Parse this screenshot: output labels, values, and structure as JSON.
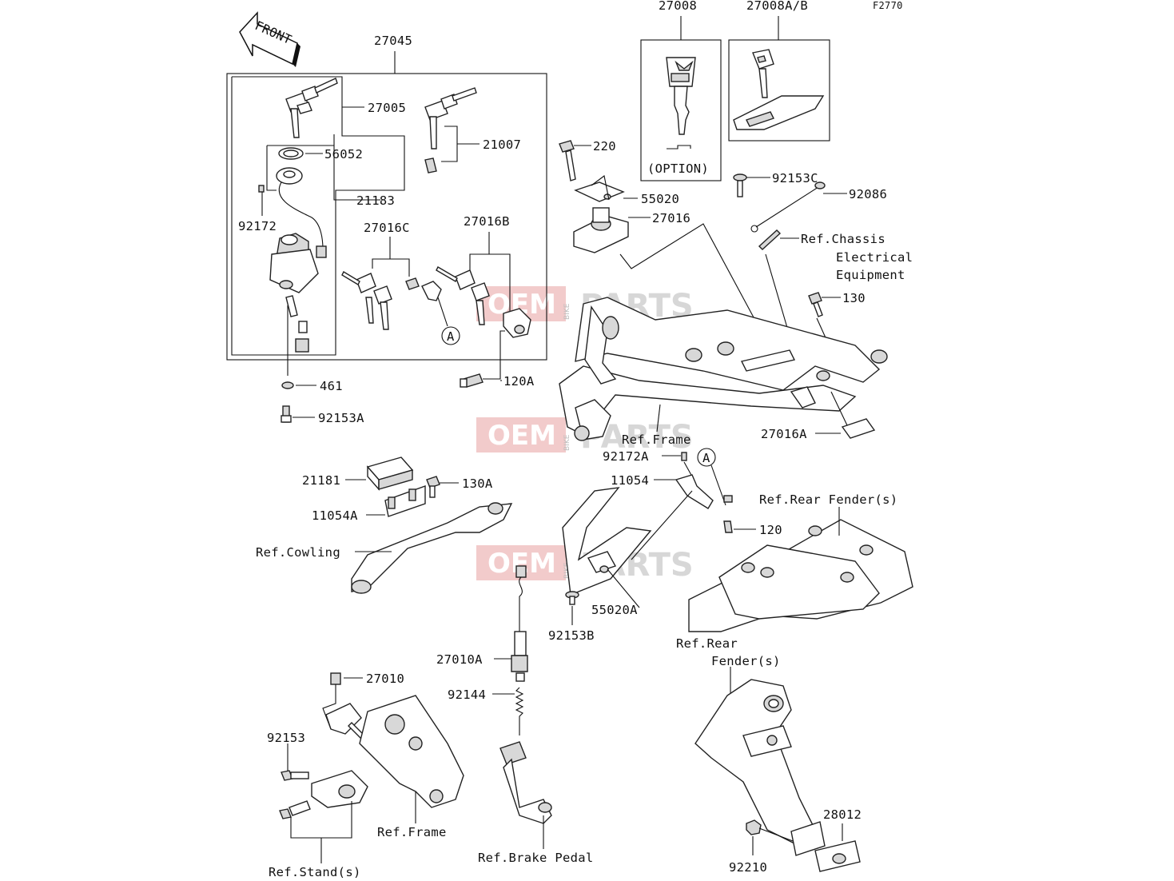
{
  "figure_code": "F2770",
  "front_arrow": "FRONT",
  "watermark": {
    "oem": "OEM",
    "bike": "BIKE",
    "parts": "PARTS"
  },
  "option_caption": "(OPTION)",
  "circle_marker": "A",
  "part_numbers": {
    "p27008": "27008",
    "p27008ab": "27008A/B",
    "p27045": "27045",
    "p27005": "27005",
    "p21007": "21007",
    "p56052": "56052",
    "p21183": "21183",
    "p92172": "92172",
    "p27016C": "27016C",
    "p27016B": "27016B",
    "p220": "220",
    "p55020": "55020",
    "p27016": "27016",
    "p92153C": "92153C",
    "p92086": "92086",
    "p130": "130",
    "p461": "461",
    "p120A": "120A",
    "p92153A": "92153A",
    "p27016A": "27016A",
    "p92172A": "92172A",
    "p11054": "11054",
    "p21181": "21181",
    "p130A": "130A",
    "p11054A": "11054A",
    "p120": "120",
    "p55020A": "55020A",
    "p92153B": "92153B",
    "p27010A": "27010A",
    "p92144": "92144",
    "p27010": "27010",
    "p92153": "92153",
    "p28012": "28012",
    "p92210": "92210"
  },
  "references": {
    "chassis_1": "Ref.Chassis",
    "chassis_2": "Electrical",
    "chassis_3": "Equipment",
    "frame_top": "Ref.Frame",
    "rear_fender_top": "Ref.Rear Fender(s)",
    "cowling": "Ref.Cowling",
    "rear_fender_1": "Ref.Rear",
    "rear_fender_2": "Fender(s)",
    "frame_bottom": "Ref.Frame",
    "stand": "Ref.Stand(s)",
    "brake_pedal": "Ref.Brake Pedal"
  }
}
